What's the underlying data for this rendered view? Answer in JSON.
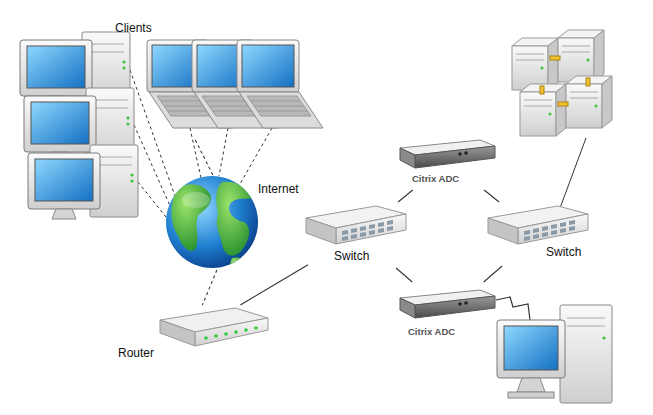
{
  "diagram": {
    "nodes": [
      {
        "text": [
          "Clients"
        ]
      },
      {
        "text": [
          "Internet"
        ]
      },
      {
        "text": [
          "Router"
        ]
      },
      {
        "text": [
          "Switch"
        ]
      },
      {
        "text": [
          "Citrix ADC"
        ]
      },
      {
        "text": [
          "Switch"
        ]
      },
      {
        "text": [
          "Citrix ADC"
        ]
      }
    ],
    "edges": [
      {
        "from": 0,
        "to": 1,
        "arrow": "none"
      },
      {
        "from": 1,
        "to": 2,
        "arrow": "none"
      },
      {
        "from": 2,
        "to": 3,
        "arrow": "none"
      },
      {
        "from": 3,
        "to": 4,
        "arrow": "none"
      },
      {
        "from": 3,
        "to": 6,
        "arrow": "none"
      },
      {
        "from": 4,
        "to": 5,
        "arrow": "none"
      },
      {
        "from": 6,
        "to": 5,
        "arrow": "none"
      }
    ]
  }
}
